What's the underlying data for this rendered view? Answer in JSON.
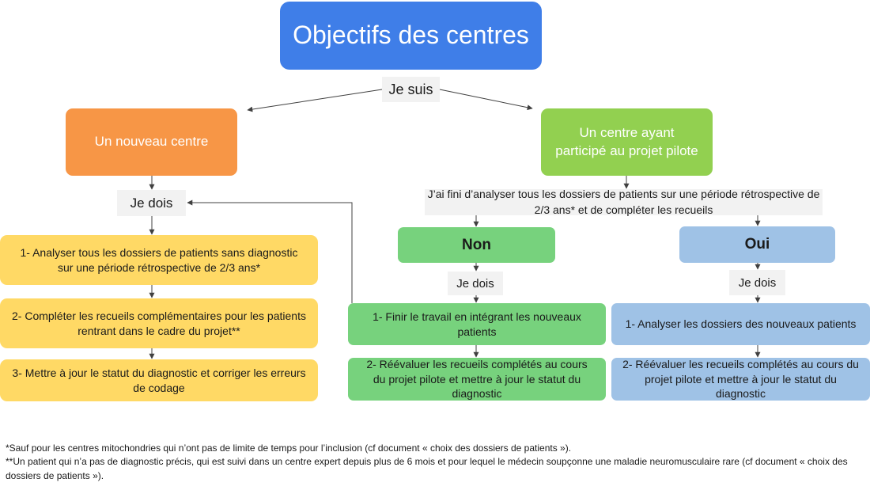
{
  "title": "Objectifs des centres",
  "je_suis": "Je suis",
  "branch_new": {
    "label": "Un nouveau centre"
  },
  "branch_pilot": {
    "label": "Un centre ayant participé au projet pilote"
  },
  "je_dois": "Je dois",
  "new_steps": [
    "1- Analyser tous les dossiers de patients sans diagnostic sur une période rétrospective de 2/3 ans*",
    "2- Compléter les recueils complémentaires pour les patients rentrant dans le cadre du projet**",
    "3- Mettre à jour le statut du diagnostic et corriger les erreurs de codage"
  ],
  "question": "J’ai fini d’analyser tous les dossiers de patients sur une période rétrospective de 2/3 ans* et de compléter les recueils",
  "answer_no": "Non",
  "answer_yes": "Oui",
  "no_steps": [
    "1- Finir le travail en intégrant les nouveaux patients",
    "2- Réévaluer les recueils complétés au cours du projet pilote et mettre à jour le statut du diagnostic"
  ],
  "yes_steps": [
    "1- Analyser les dossiers des nouveaux patients",
    "2- Réévaluer les recueils complétés au cours du projet pilote et mettre à jour le statut du diagnostic"
  ],
  "footnotes": [
    "*Sauf pour les centres mitochondries qui n’ont pas de limite de temps pour l’inclusion (cf document « choix des dossiers de patients »).",
    "**Un patient qui n’a pas de diagnostic précis, qui est suivi dans un centre expert depuis plus de 6 mois et pour lequel le médecin soupçonne une maladie neuromusculaire rare (cf document « choix des dossiers de patients »)."
  ],
  "colors": {
    "title": "#3f7ee8",
    "new_center": "#f79646",
    "pilot_center": "#92d050",
    "yellow": "#ffd965",
    "green": "#77d27d",
    "blue": "#9fc2e6",
    "label_bg": "#f2f2f2"
  }
}
